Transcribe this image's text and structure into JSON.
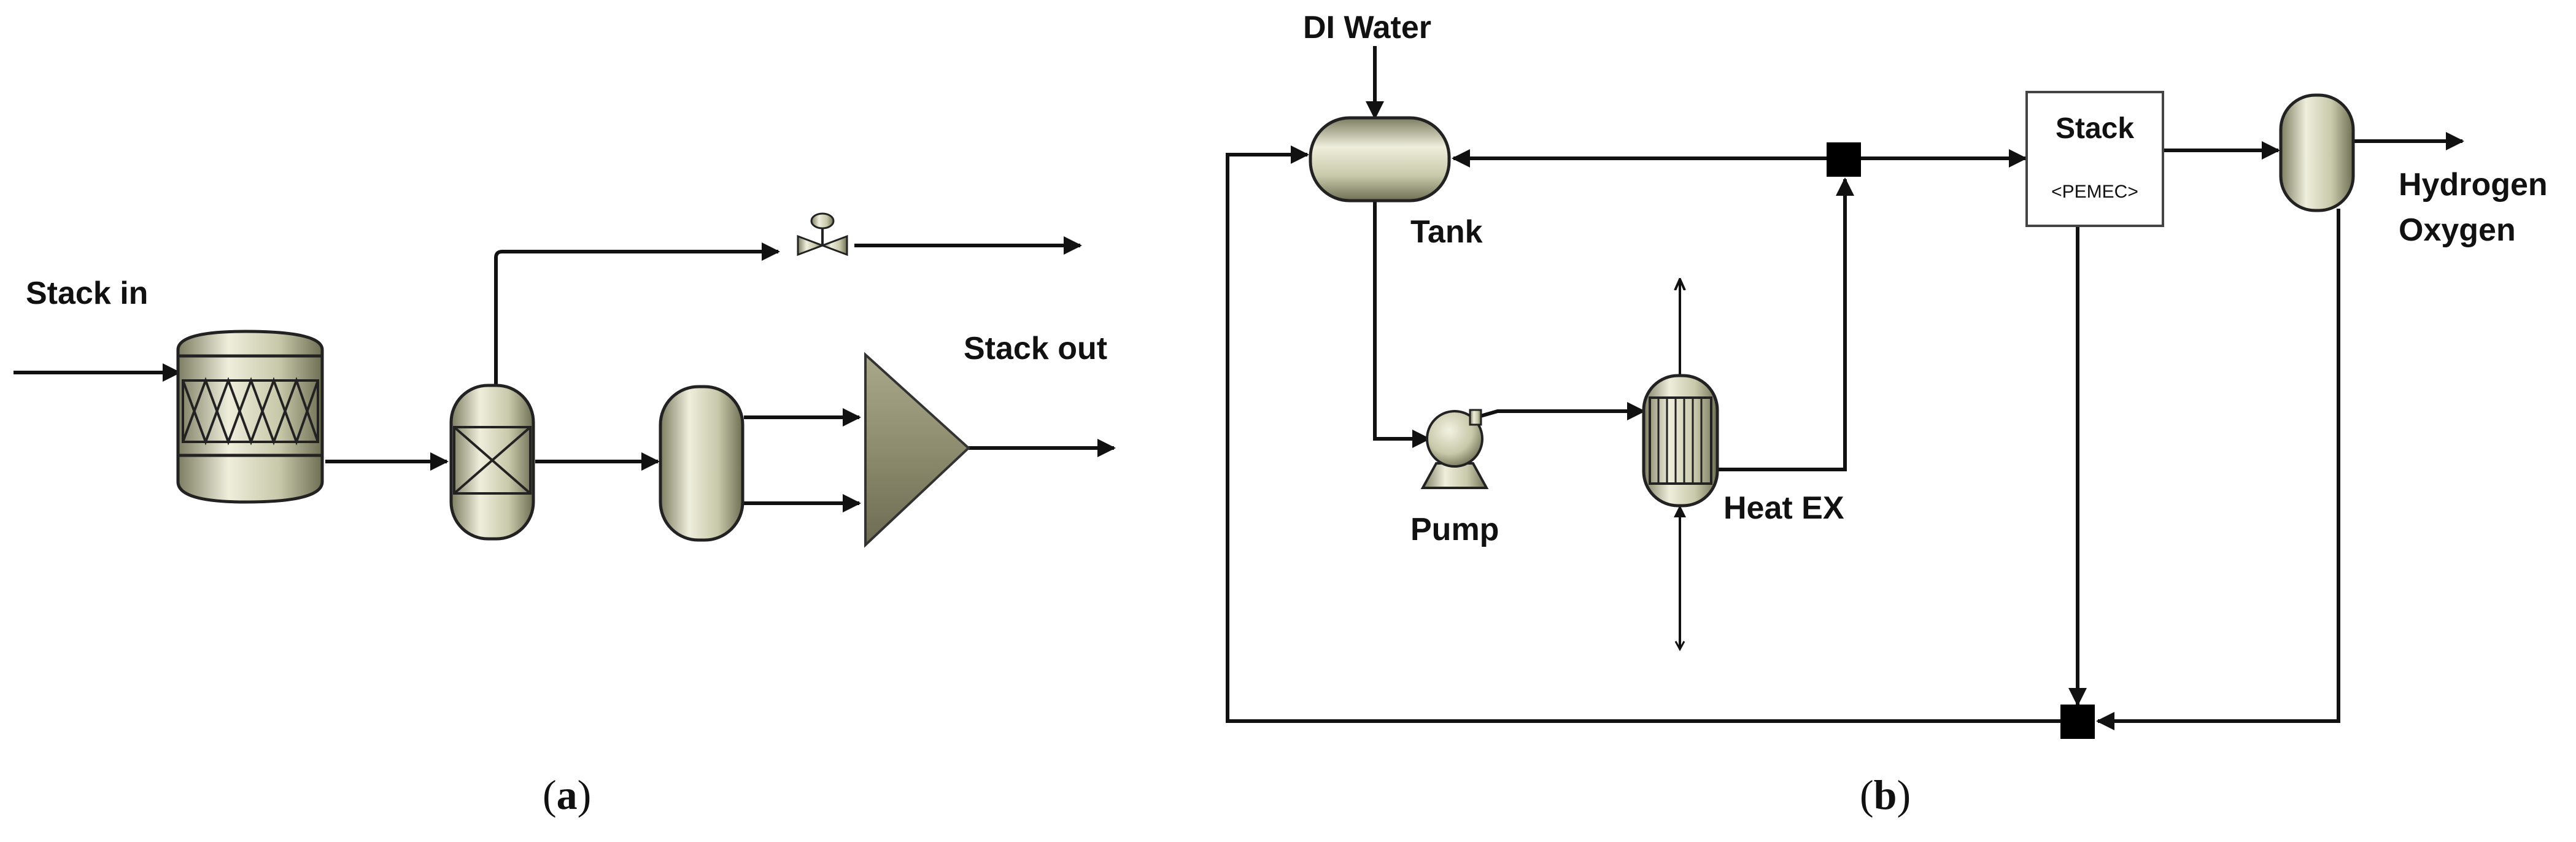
{
  "panel_a": {
    "caption_open": "(",
    "caption_letter": "a",
    "caption_close": ")",
    "labels": {
      "stack_in": "Stack in",
      "stack_out": "Stack out"
    }
  },
  "panel_b": {
    "caption_open": "(",
    "caption_letter": "b",
    "caption_close": ")",
    "labels": {
      "di_water": "DI Water",
      "tank": "Tank",
      "pump": "Pump",
      "heat_ex": "Heat EX",
      "hydrogen": "Hydrogen",
      "oxygen": "Oxygen"
    },
    "stack_block": {
      "title": "Stack",
      "model": "<PEMEC>"
    }
  },
  "colors": {
    "equipment_light": "#eeeedc",
    "equipment_mid": "#c8c8aa",
    "equipment_dark": "#7d7d62",
    "line": "#111111",
    "mixer": "#000000"
  }
}
